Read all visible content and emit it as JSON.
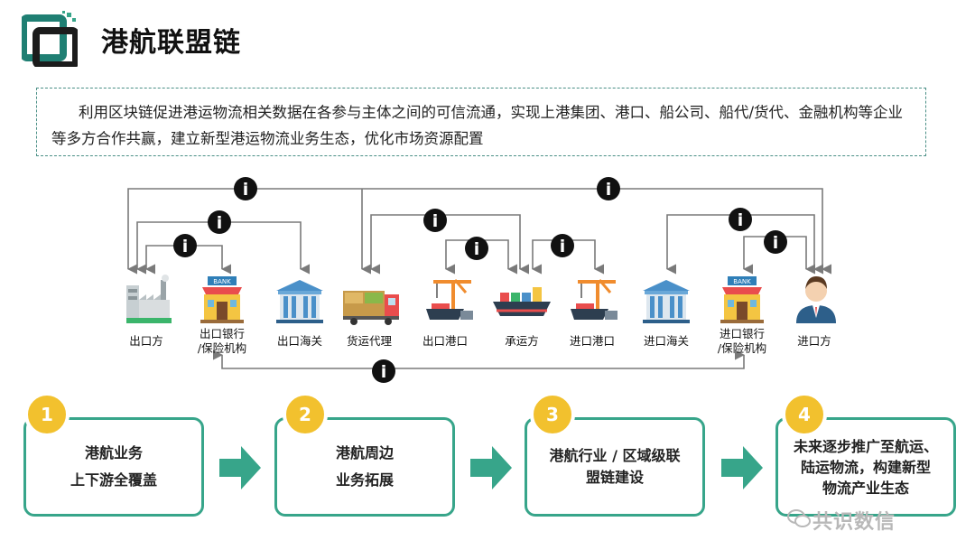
{
  "header": {
    "title": "港航联盟链"
  },
  "intro": {
    "text": "利用区块链促进港运物流相关数据在各参与主体之间的可信流通，实现上港集团、港口、船公司、船代/货代、金融机构等企业等多方合作共赢，建立新型港运物流业务生态，优化市场资源配置"
  },
  "entities": [
    {
      "id": "exporter",
      "line1": "出口方",
      "line2": ""
    },
    {
      "id": "export-bank",
      "line1": "出口银行",
      "line2": "/保险机构"
    },
    {
      "id": "export-customs",
      "line1": "出口海关",
      "line2": ""
    },
    {
      "id": "freight-agent",
      "line1": "货运代理",
      "line2": ""
    },
    {
      "id": "export-port",
      "line1": "出口港口",
      "line2": ""
    },
    {
      "id": "carrier",
      "line1": "承运方",
      "line2": ""
    },
    {
      "id": "import-port",
      "line1": "进口港口",
      "line2": ""
    },
    {
      "id": "import-customs",
      "line1": "进口海关",
      "line2": ""
    },
    {
      "id": "import-bank",
      "line1": "进口银行",
      "line2": "/保险机构"
    },
    {
      "id": "importer",
      "line1": "进口方",
      "line2": ""
    }
  ],
  "info_symbol": "i",
  "steps": [
    {
      "num": "1",
      "line1": "港航业务",
      "line2": "上下游全覆盖",
      "line3": ""
    },
    {
      "num": "2",
      "line1": "港航周边",
      "line2": "业务拓展",
      "line3": ""
    },
    {
      "num": "3",
      "line1": "港航行业 / 区域级联",
      "line2": "盟链建设",
      "line3": ""
    },
    {
      "num": "4",
      "line1": "未来逐步推广至航运、",
      "line2": "陆运物流，构建新型",
      "line3": "物流产业生态"
    }
  ],
  "watermark": {
    "text": "共识数信"
  },
  "colors": {
    "accent": "#37a58a",
    "badge": "#f2c12e",
    "line": "#7a7a7a",
    "info": "#111111"
  }
}
